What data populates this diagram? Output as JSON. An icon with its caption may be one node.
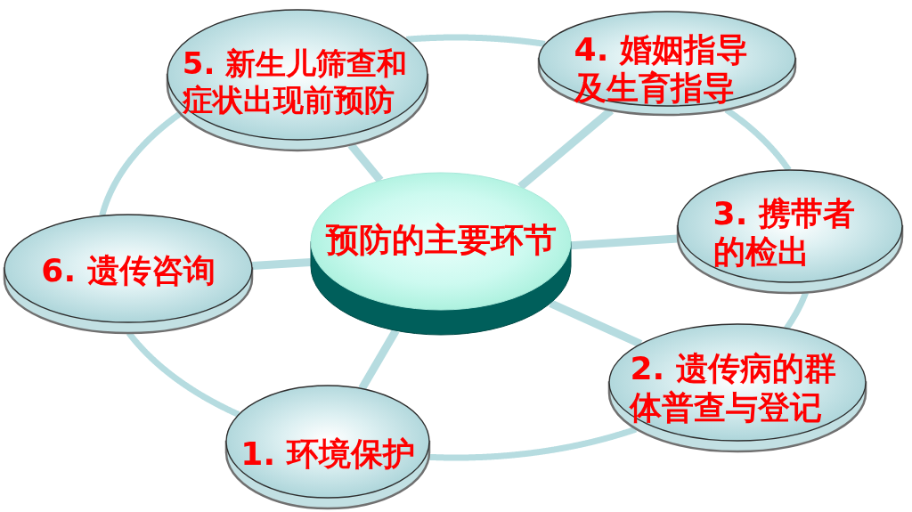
{
  "diagram": {
    "nodes": [
      {
        "text": [
          "预防的主要环节"
        ]
      },
      {
        "text": [
          "1. 环境保护"
        ]
      },
      {
        "text": [
          "2. 遗传病的群体普查与登记"
        ]
      },
      {
        "text": [
          "3. 携带者的检出"
        ]
      },
      {
        "text": [
          "4. 婚姻指导及生育指导"
        ]
      },
      {
        "text": [
          "5. 新生儿筛查和症状出现前预防"
        ]
      },
      {
        "text": [
          "6. 遗传咨询"
        ]
      }
    ],
    "edges": [
      {
        "from": 0,
        "to": 1,
        "arrow": "none"
      },
      {
        "from": 0,
        "to": 2,
        "arrow": "none"
      },
      {
        "from": 0,
        "to": 3,
        "arrow": "none"
      },
      {
        "from": 0,
        "to": 4,
        "arrow": "none"
      },
      {
        "from": 0,
        "to": 5,
        "arrow": "none"
      },
      {
        "from": 0,
        "to": 6,
        "arrow": "none"
      },
      {
        "from": 1,
        "to": 2,
        "arrow": "none"
      },
      {
        "from": 2,
        "to": 3,
        "arrow": "none"
      },
      {
        "from": 3,
        "to": 4,
        "arrow": "none"
      },
      {
        "from": 4,
        "to": 5,
        "arrow": "none"
      },
      {
        "from": 5,
        "to": 6,
        "arrow": "none"
      },
      {
        "from": 6,
        "to": 1,
        "arrow": "none"
      }
    ]
  }
}
